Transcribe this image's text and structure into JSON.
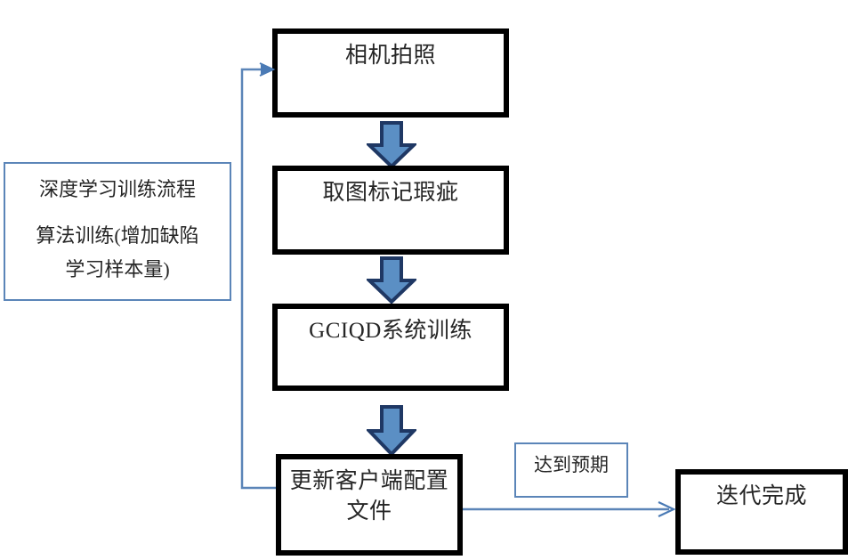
{
  "diagram": {
    "title_note": {
      "line1": "深度学习训练流程",
      "line2": "算法训练(增加缺陷\n学习样本量)"
    },
    "nodes": [
      {
        "id": "capture",
        "label": "相机拍照"
      },
      {
        "id": "annotate",
        "label": "取图标记瑕疵"
      },
      {
        "id": "train",
        "label": "GCIQD系统训练"
      },
      {
        "id": "update",
        "label": "更新客户端配置\n文件"
      },
      {
        "id": "done",
        "label": "迭代完成"
      }
    ],
    "edge_labels": [
      {
        "id": "expectation",
        "label": "达到预期"
      }
    ],
    "colors": {
      "arrow_fill": "#5b8fc4",
      "arrow_outline": "#1f3864",
      "note_border": "#5b85b8",
      "connector_line": "#5b85b8",
      "box_border": "#000000",
      "text": "#262626",
      "background": "#ffffff"
    }
  }
}
